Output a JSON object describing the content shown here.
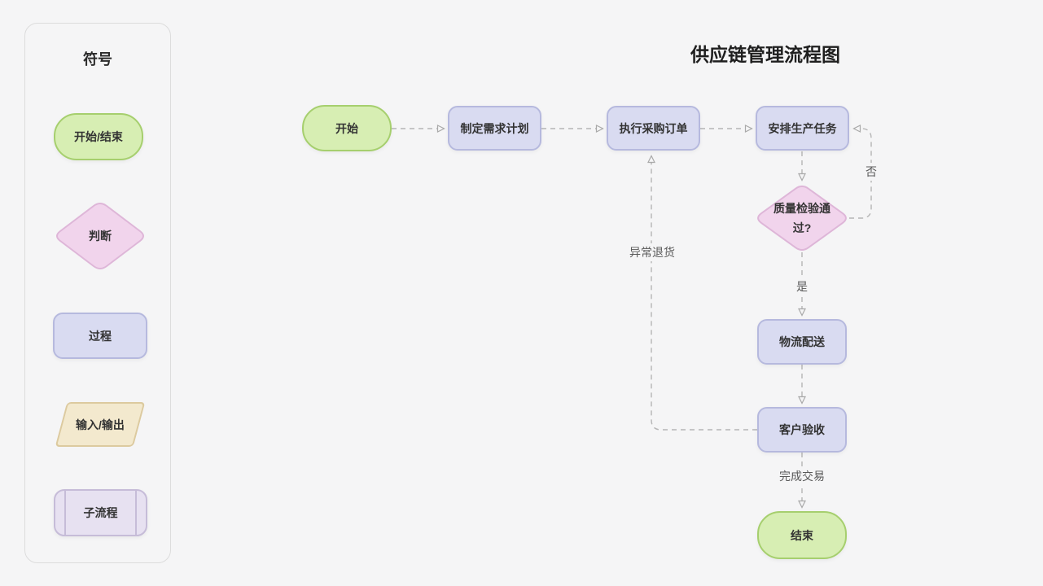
{
  "sidebar": {
    "title": "符号",
    "items": [
      {
        "shape": "terminator",
        "label": "开始/结束"
      },
      {
        "shape": "decision",
        "label": "判断"
      },
      {
        "shape": "process",
        "label": "过程"
      },
      {
        "shape": "input-output",
        "label": "输入/输出"
      },
      {
        "shape": "subprocess",
        "label": "子流程"
      }
    ]
  },
  "canvas": {
    "title": "供应链管理流程图",
    "nodes": [
      {
        "id": "start",
        "type": "terminator",
        "label": "开始"
      },
      {
        "id": "plan",
        "type": "process",
        "label": "制定需求计划"
      },
      {
        "id": "purchase",
        "type": "process",
        "label": "执行采购订单"
      },
      {
        "id": "production",
        "type": "process",
        "label": "安排生产任务"
      },
      {
        "id": "quality-check",
        "type": "decision",
        "label": "质量检验通过?"
      },
      {
        "id": "logistics",
        "type": "process",
        "label": "物流配送"
      },
      {
        "id": "acceptance",
        "type": "process",
        "label": "客户验收"
      },
      {
        "id": "end",
        "type": "terminator",
        "label": "结束"
      }
    ],
    "edges": [
      {
        "from": "start",
        "to": "plan",
        "label": ""
      },
      {
        "from": "plan",
        "to": "purchase",
        "label": ""
      },
      {
        "from": "purchase",
        "to": "production",
        "label": ""
      },
      {
        "from": "production",
        "to": "quality-check",
        "label": ""
      },
      {
        "from": "quality-check",
        "to": "production",
        "label": "否"
      },
      {
        "from": "quality-check",
        "to": "logistics",
        "label": "是"
      },
      {
        "from": "logistics",
        "to": "acceptance",
        "label": ""
      },
      {
        "from": "acceptance",
        "to": "purchase",
        "label": "异常退货"
      },
      {
        "from": "acceptance",
        "to": "end",
        "label": "完成交易"
      }
    ]
  },
  "colors": {
    "page_background": "#f5f5f6",
    "terminator_fill": "#d7eeb3",
    "terminator_border": "#a6cf6e",
    "process_fill": "#d9dbf1",
    "process_border": "#b6b9de",
    "decision_fill": "#f1d4ec",
    "decision_border": "#deb6d8",
    "io_fill": "#f3e9ce",
    "io_border": "#dcca9f",
    "subprocess_fill": "#e7e1f1",
    "subprocess_border": "#c6bcd8",
    "edge": "#b5b5b5"
  }
}
